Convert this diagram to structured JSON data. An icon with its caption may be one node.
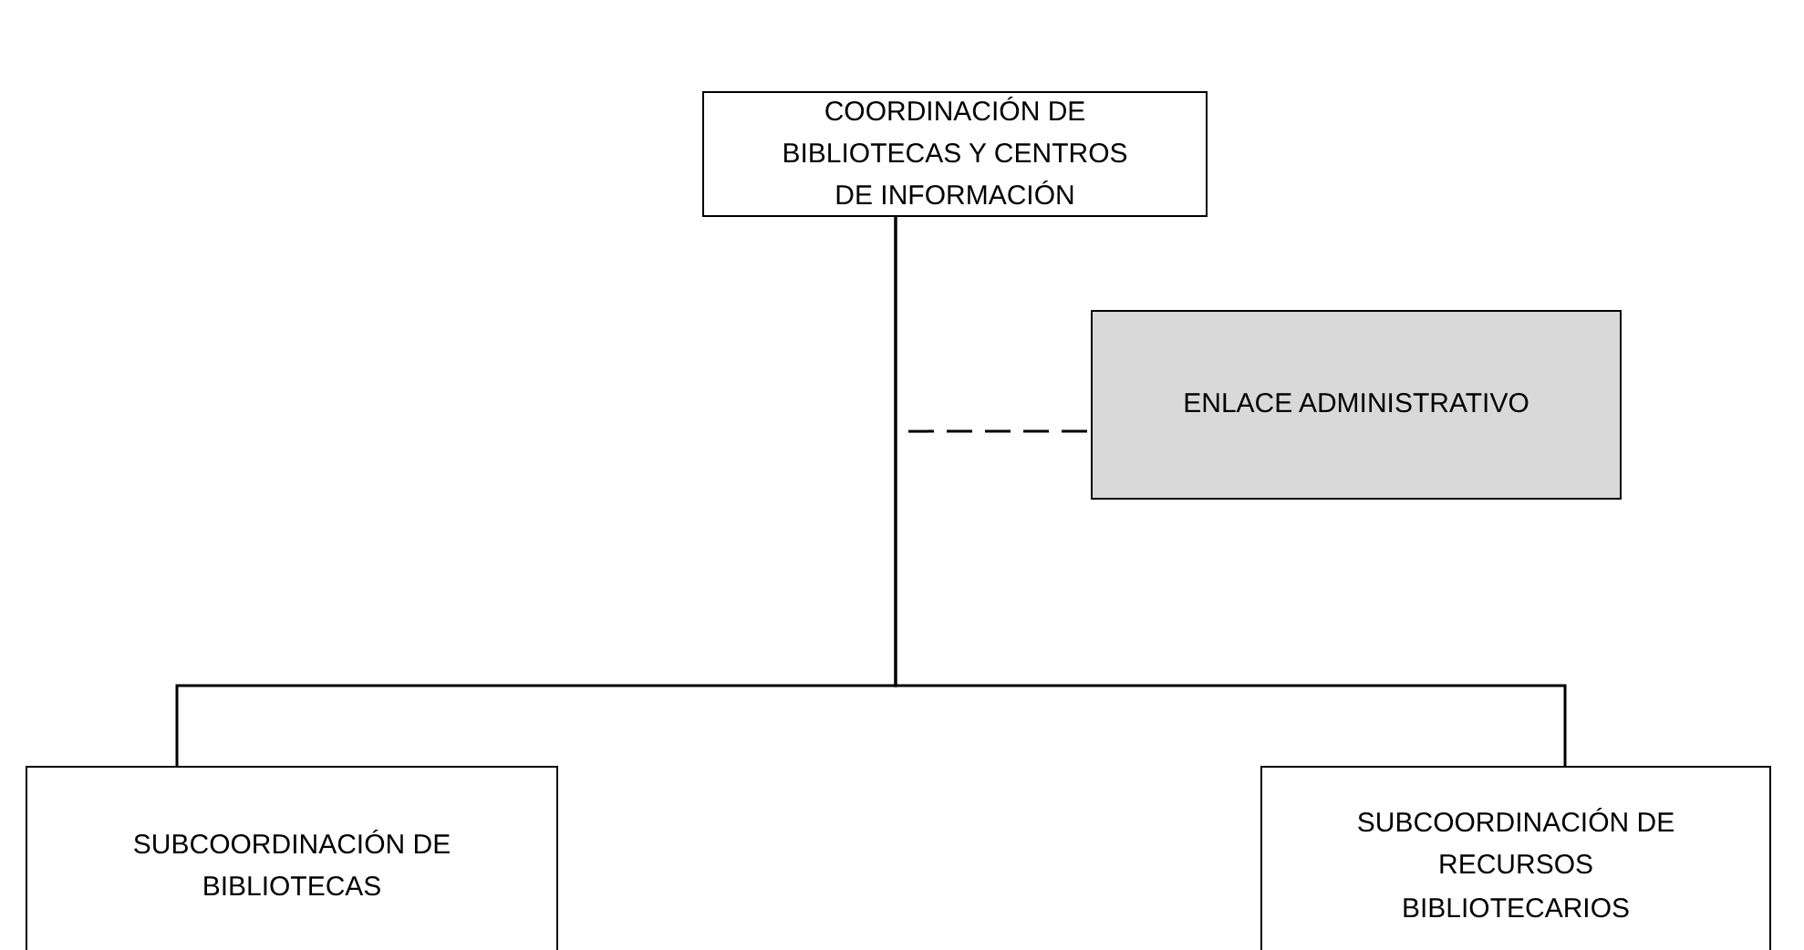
{
  "diagram": {
    "nodes": [
      {
        "text": [
          "COORDINACIÓN DE BIBLIOTECAS Y CENTROS DE INFORMACIÓN"
        ]
      },
      {
        "text": [
          "ENLACE ADMINISTRATIVO"
        ]
      },
      {
        "text": [
          "SUBCOORDINACIÓN DE BIBLIOTECAS"
        ]
      },
      {
        "text": [
          "SUBCOORDINACIÓN DE RECURSOS BIBLIOTECARIOS"
        ]
      }
    ],
    "edges": [
      {
        "from": null,
        "to": 1,
        "arrow": "none",
        "style": "dashed"
      },
      {
        "from": 0,
        "to": 2,
        "arrow": "none"
      },
      {
        "from": 0,
        "to": 3,
        "arrow": "none"
      }
    ]
  }
}
